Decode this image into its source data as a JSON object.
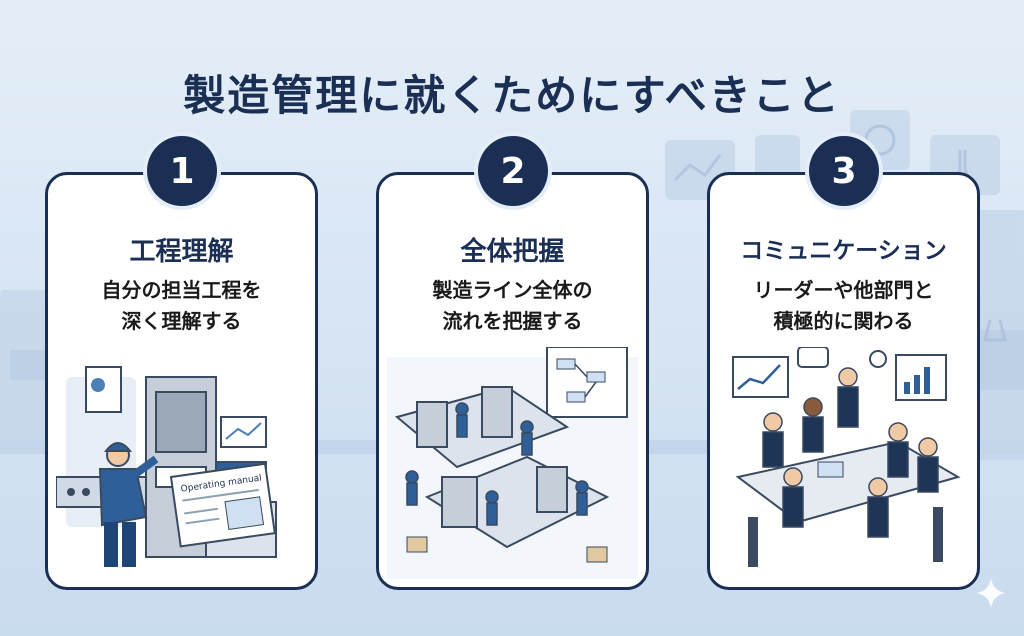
{
  "page": {
    "title": "製造管理に就くためにすべきこと",
    "accent_color": "#1b2f55",
    "background_color": "#dce8f5"
  },
  "cards": [
    {
      "number": "1",
      "title": "工程理解",
      "desc_lines": [
        "自分の担当工程を",
        "深く理解する"
      ],
      "icon": "factory-worker-machine-illustration",
      "manual_label": "Operating manual"
    },
    {
      "number": "2",
      "title": "全体把握",
      "desc_lines": [
        "製造ライン全体の",
        "流れを把握する"
      ],
      "icon": "production-line-overview-illustration"
    },
    {
      "number": "3",
      "title": "コミュニケーション",
      "desc_lines": [
        "リーダーや他部門と",
        "積極的に関わる"
      ],
      "icon": "team-meeting-illustration"
    }
  ]
}
